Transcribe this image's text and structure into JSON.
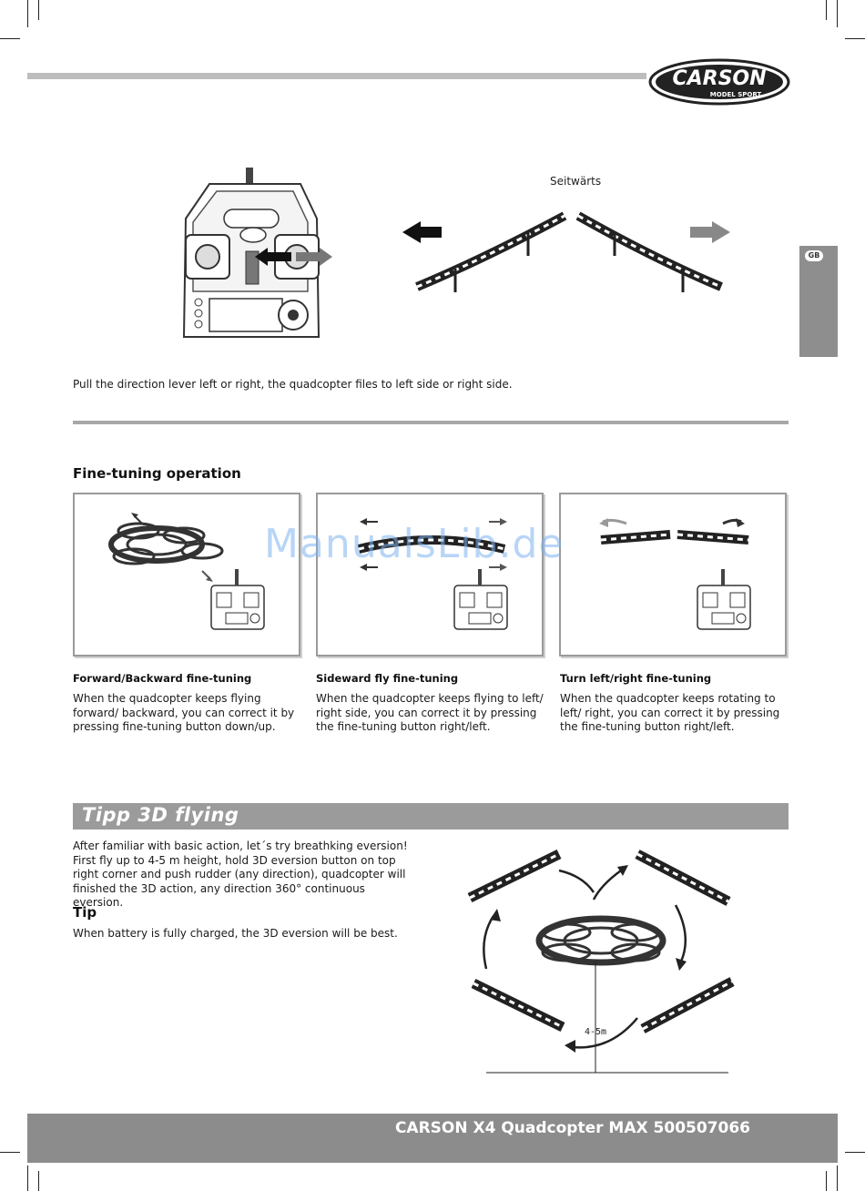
{
  "brand": {
    "logo_main": "CARSON",
    "logo_sub": "MODEL SPORT"
  },
  "side_tab": {
    "language": "GB"
  },
  "sideways": {
    "diagram_label": "Seitwärts",
    "instruction": "Pull the direction lever left or right, the quadcopter files to left side or right side."
  },
  "fine_tuning": {
    "heading": "Fine-tuning operation",
    "items": [
      {
        "title": "Forward/Backward fine-tuning",
        "text": "When the quadcopter keeps flying forward/ backward, you can correct it by pressing fine-tuning button down/up."
      },
      {
        "title": "Sideward fly fine-tuning",
        "text": "When the quadcopter keeps flying to left/ right side, you can correct it by pressing the fine-tuning button right/left."
      },
      {
        "title": "Turn left/right fine-tuning",
        "text": "When the quadcopter keeps rotating to left/ right, you can correct it by pressing the fine-tuning button right/left."
      }
    ]
  },
  "tipp_3d": {
    "heading": "Tipp 3D flying",
    "text": "After familiar with basic action, let´s try breathking eversion! First fly up to 4-5 m height, hold 3D eversion button on top right corner and push rudder (any direction), quadcopter will finished the 3D action, any direction 360° continuous eversion.",
    "tip_heading": "Tip",
    "tip_text": "When battery is fully charged, the 3D eversion will be best.",
    "height_label": "4-5m"
  },
  "watermark": "ManualsLib.de",
  "footer": {
    "title": "CARSON X4 Quadcopter MAX 500507066"
  }
}
